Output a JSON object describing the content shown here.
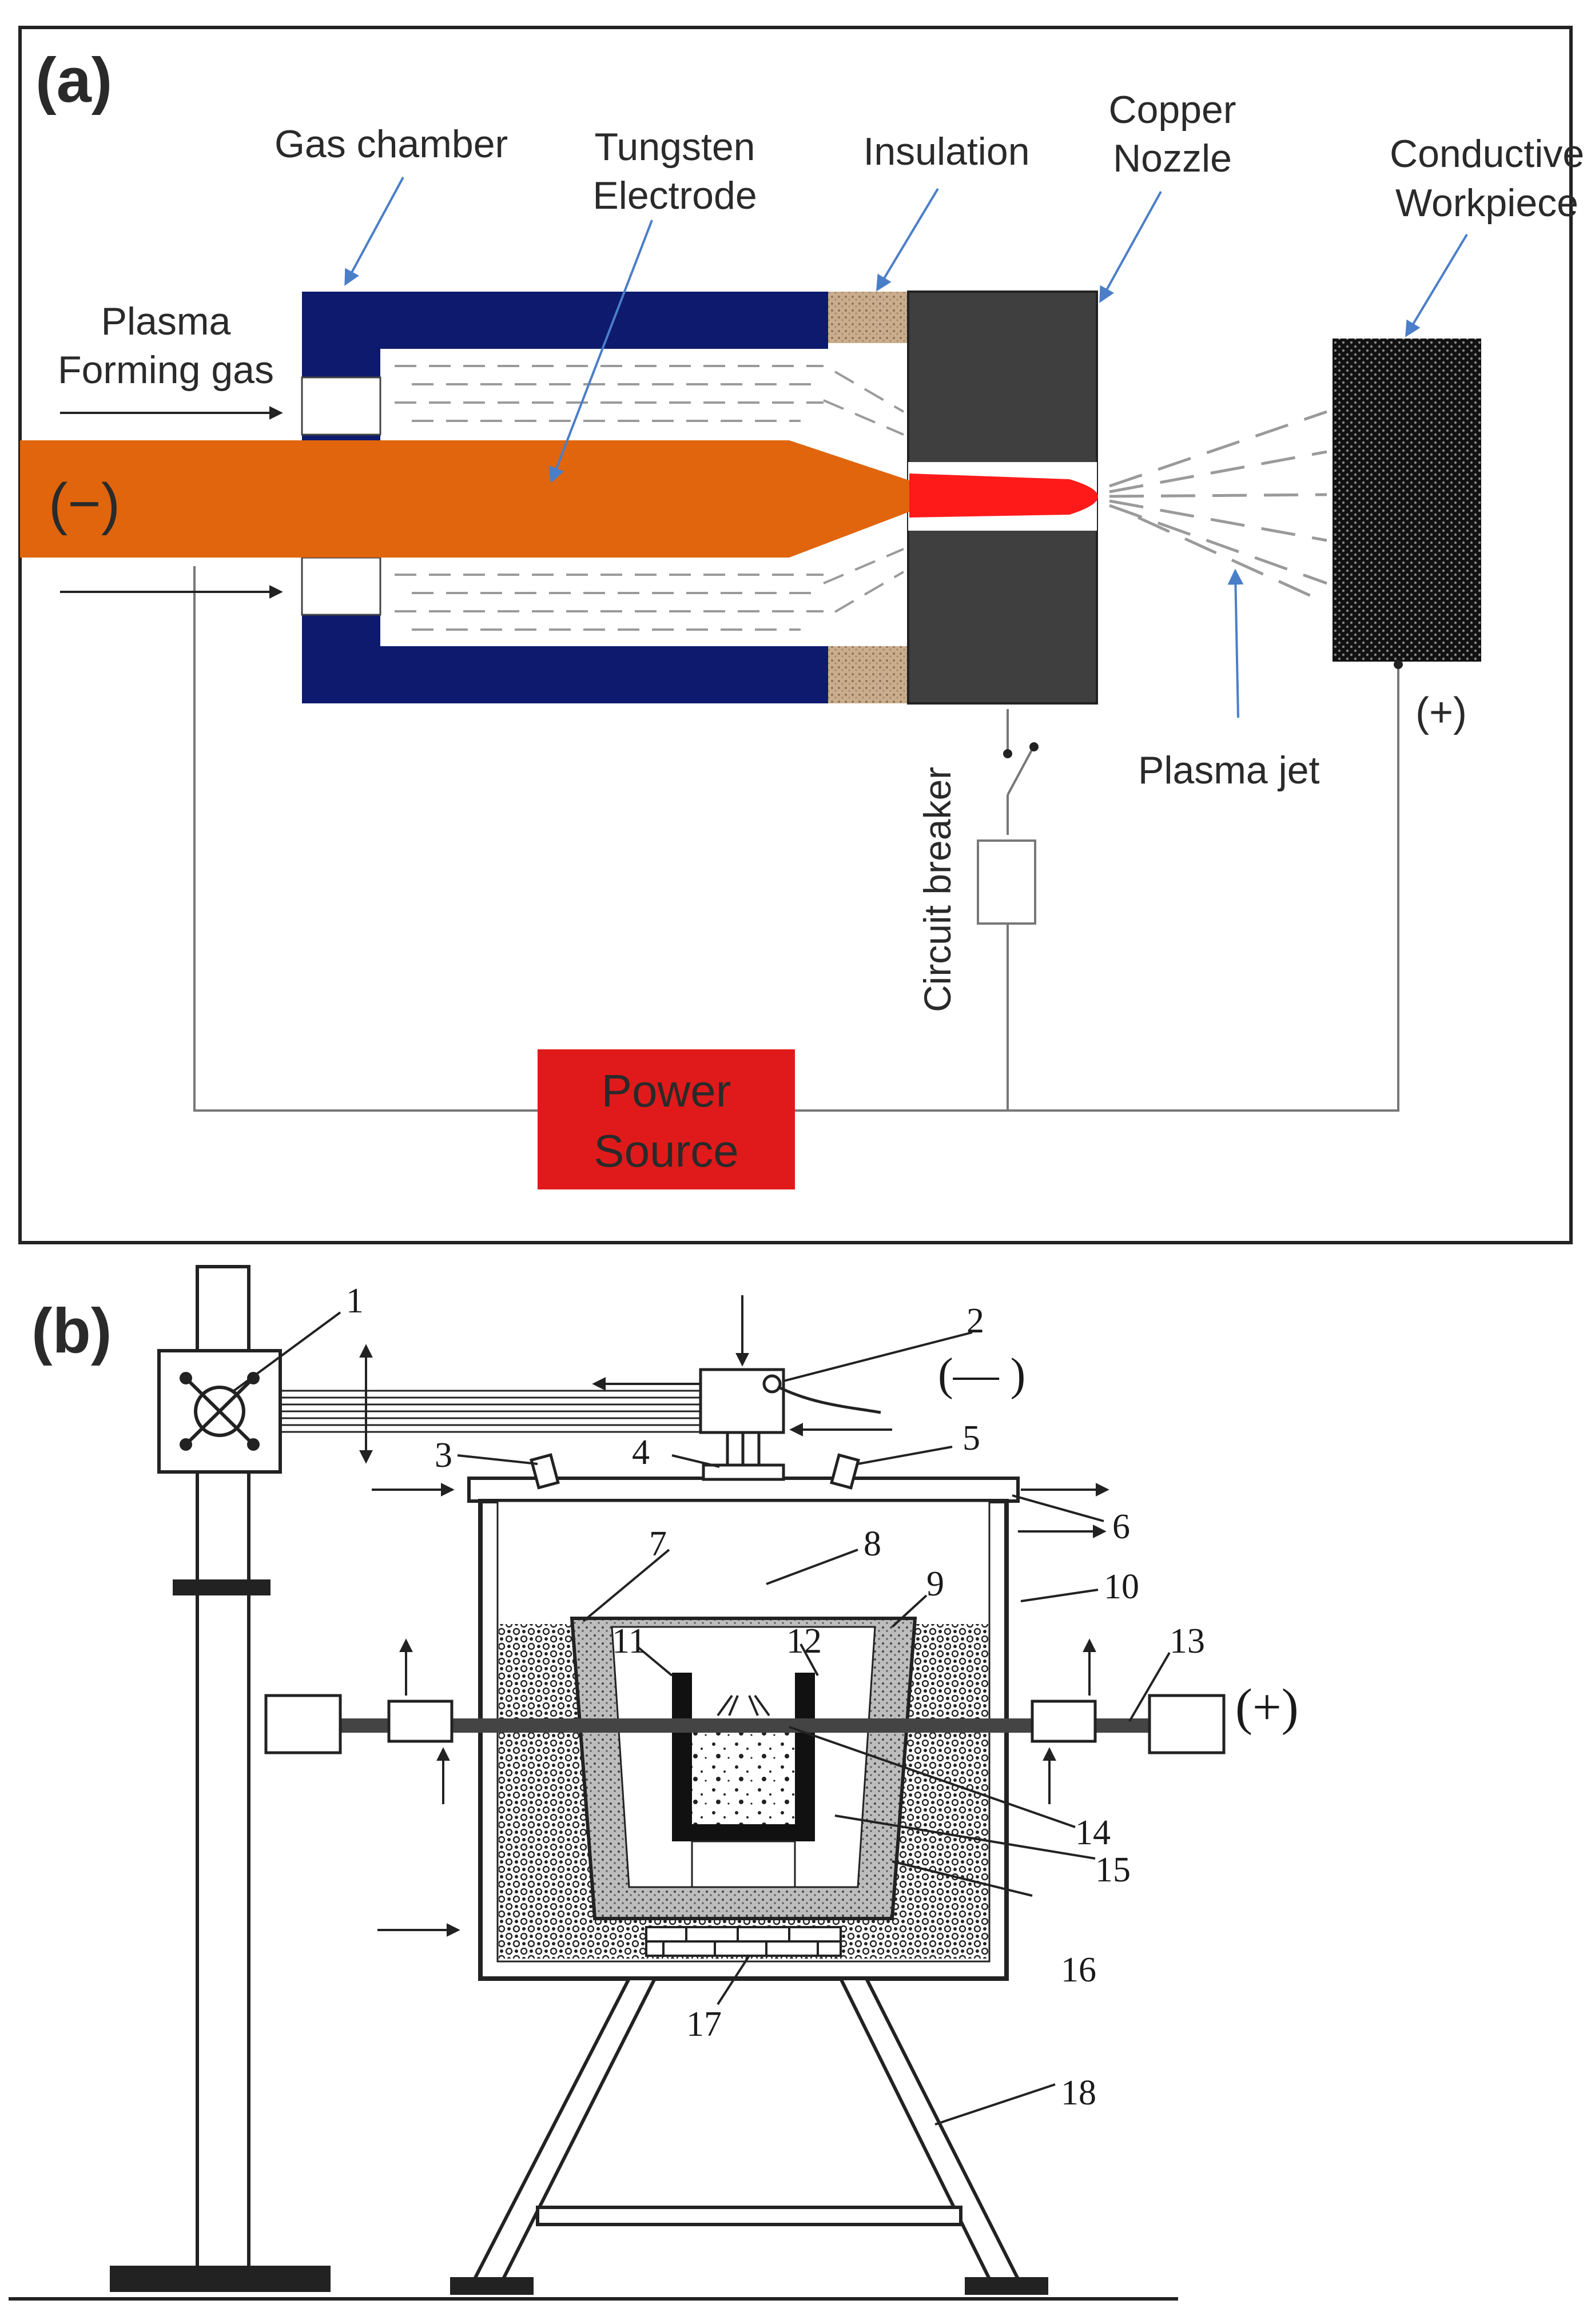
{
  "panel_a": {
    "label": "(a)",
    "labels": {
      "gas_chamber": "Gas chamber",
      "tungsten_1": "Tungsten",
      "tungsten_2": "Electrode",
      "insulation": "Insulation",
      "copper_1": "Copper",
      "copper_2": "Nozzle",
      "conductive_1": "Conductive",
      "conductive_2": "Workpiece",
      "plasma_gas_1": "Plasma",
      "plasma_gas_2": "Forming gas",
      "negative": "(−)",
      "positive": "(+)",
      "plasma_jet": "Plasma jet",
      "circuit_breaker": "Circuit breaker",
      "power_1": "Power",
      "power_2": "Source"
    },
    "colors": {
      "chamber": "#0d1a6e",
      "electrode": "#e0650d",
      "arc": "#ff1a1a",
      "nozzle": "#3f3f3f",
      "insulation": "#b79a7a",
      "workpiece": "#111111",
      "power_source": "#e01a1a",
      "pointer": "#4a7ec8"
    }
  },
  "panel_b": {
    "label": "(b)",
    "numbers": [
      "1",
      "2",
      "3",
      "4",
      "5",
      "6",
      "7",
      "8",
      "9",
      "10",
      "11",
      "12",
      "13",
      "14",
      "15",
      "16",
      "17",
      "18"
    ],
    "negative": "(— )",
    "positive": "(+)"
  }
}
